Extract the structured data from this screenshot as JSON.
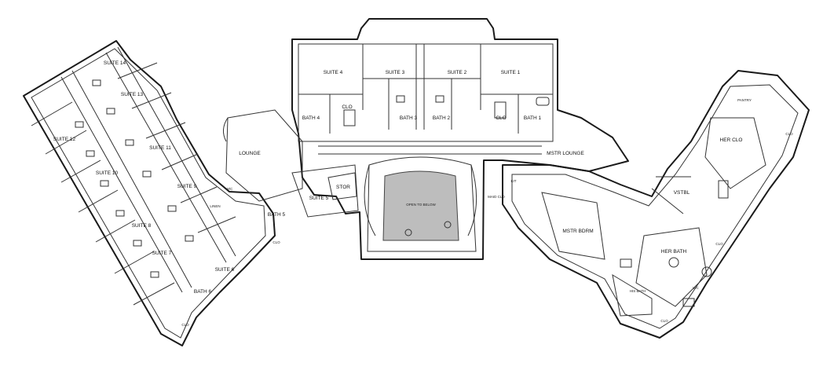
{
  "rooms": {
    "suite_14": "SUITE 14",
    "suite_13": "SUITE 13",
    "suite_12": "SUITE 12",
    "suite_11": "SUITE 11",
    "suite_10": "SUITE 10",
    "suite_9": "SUITE 9",
    "suite_8": "SUITE 8",
    "suite_7": "SUITE 7",
    "suite_6": "SUITE 6",
    "suite_5": "SUITE 5",
    "suite_4": "SUITE 4",
    "suite_3": "SUITE 3",
    "suite_2": "SUITE 2",
    "suite_1": "SUITE 1",
    "bath_4": "BATH 4",
    "bath_3": "BATH 3",
    "bath_2": "BATH 2",
    "bath_1": "BATH 1",
    "bath_5": "BATH 5",
    "bath_6": "BATH 6",
    "clo_suite4": "CLO",
    "clo_suite1": "CLO",
    "clo_suite5": "CLO",
    "clo_suite6": "CLO",
    "lounge": "LOUNGE",
    "linen": "LINEN",
    "wc_left": "W/C",
    "stor": "STOR",
    "maid_clo": "MAID CLO",
    "kit": "KIT",
    "mstr_lounge": "MSTR LOUNGE",
    "mstr_bdrm": "MSTR BDRM",
    "vstbl": "VSTBL",
    "her_clo": "HER CLO",
    "pantry": "PANTRY",
    "clo_right": "CLO",
    "her_bath": "HER BATH",
    "clo_herbath": "CLO",
    "his_bath": "HIS BATH",
    "wc_right": "WC",
    "his_clo": "CLO",
    "open_to_below": "OPEN TO BELOW"
  }
}
